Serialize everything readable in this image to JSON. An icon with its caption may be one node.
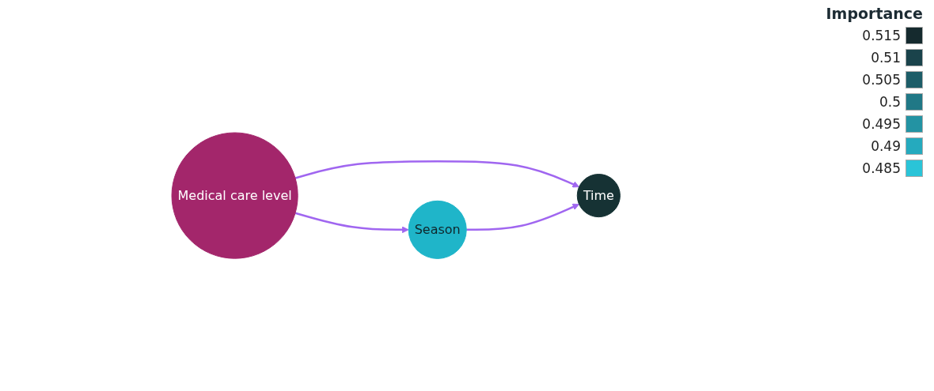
{
  "diagram": {
    "nodes": [
      {
        "text": [
          "Medical care level"
        ]
      },
      {
        "text": [
          "Season"
        ]
      },
      {
        "text": [
          "Time"
        ]
      }
    ],
    "edges": [
      {
        "from": 0,
        "to": 1,
        "arrow": "to"
      },
      {
        "from": 0,
        "to": 2,
        "arrow": "to"
      },
      {
        "from": 1,
        "to": 2,
        "arrow": "to"
      }
    ],
    "labels": [
      "Importance"
    ],
    "legend": [
      {
        "text": "0.515",
        "color": "#152a2e"
      },
      {
        "text": "0.51",
        "color": "#1a434b"
      },
      {
        "text": "0.505",
        "color": "#1d5d68"
      },
      {
        "text": "0.5",
        "color": "#207886"
      },
      {
        "text": "0.495",
        "color": "#2393a3"
      },
      {
        "text": "0.49",
        "color": "#25aabe"
      },
      {
        "text": "0.485",
        "color": "#2ac4d8"
      }
    ]
  }
}
